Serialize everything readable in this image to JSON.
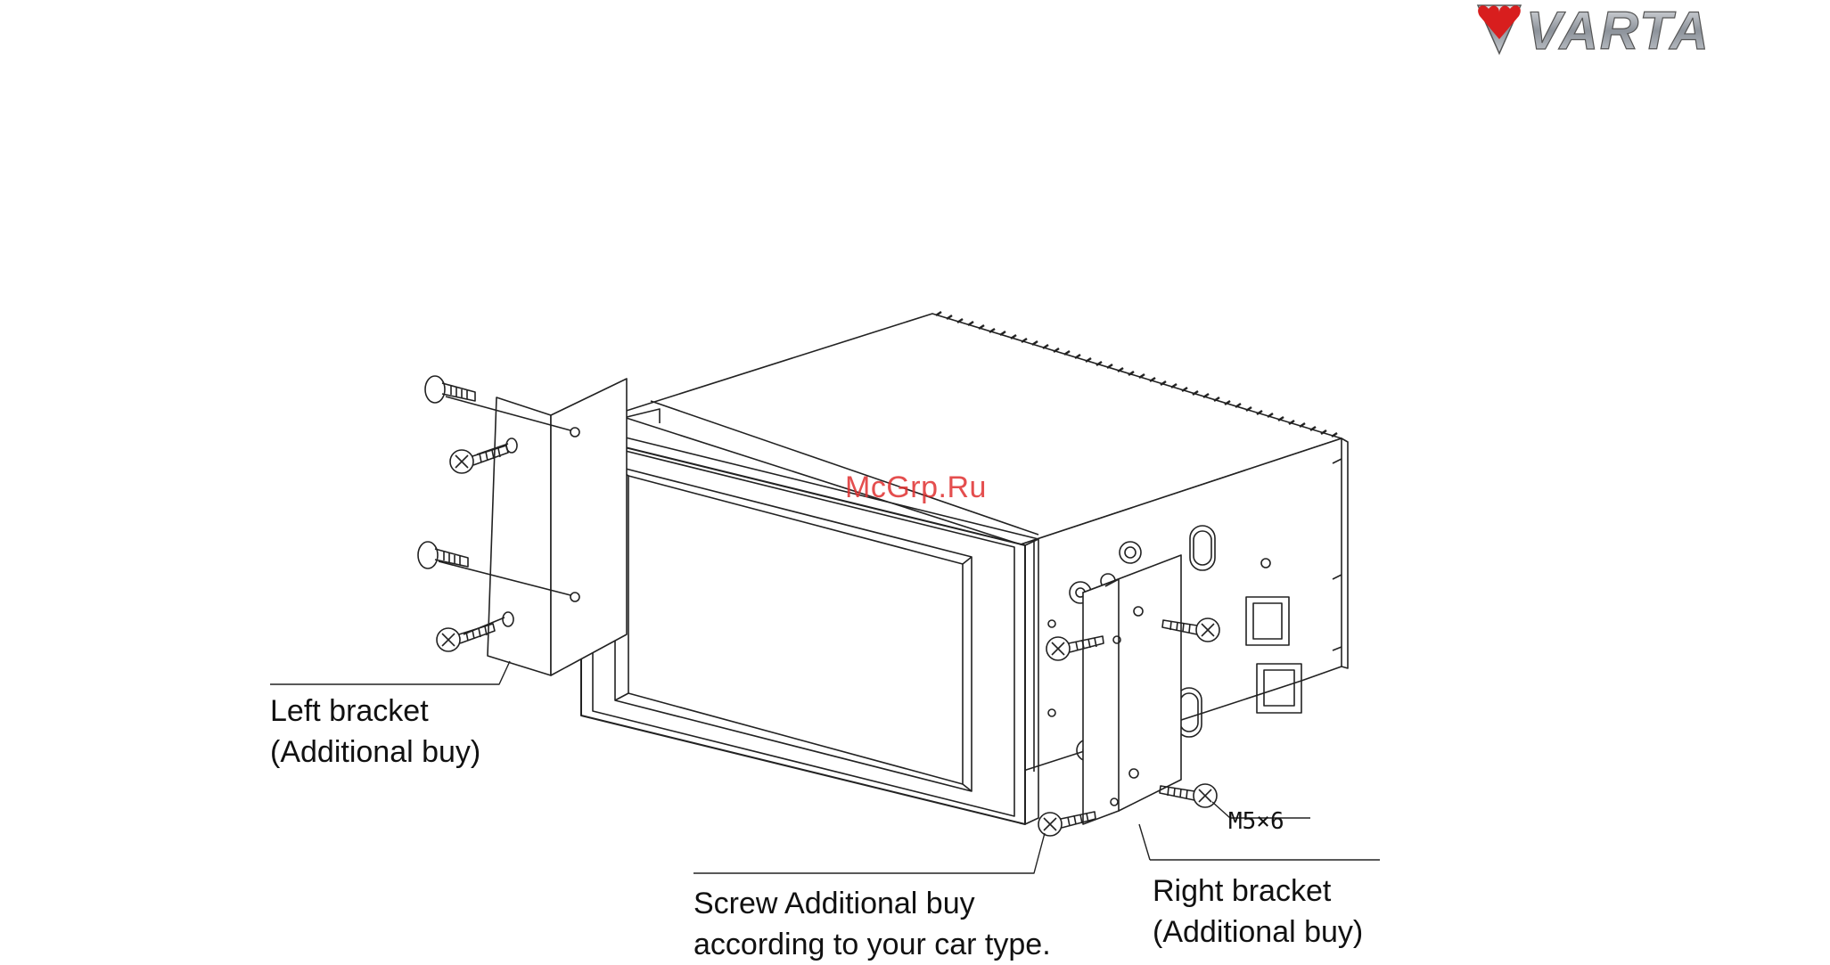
{
  "brand": {
    "name": "VARTA"
  },
  "watermark": "McGrp.Ru",
  "labels": {
    "left_bracket": {
      "line1": "Left bracket",
      "line2": "(Additional buy)"
    },
    "right_bracket": {
      "line1": "Right bracket",
      "line2": "(Additional buy)"
    },
    "screw": {
      "line1": "Screw Additional buy",
      "line2": "according to your car type."
    },
    "screw_spec": "M5×6"
  },
  "colors": {
    "line": "#222222",
    "watermark": "#e03030",
    "logo_red": "#d81e1e",
    "logo_silver": "#9aa0a8"
  }
}
